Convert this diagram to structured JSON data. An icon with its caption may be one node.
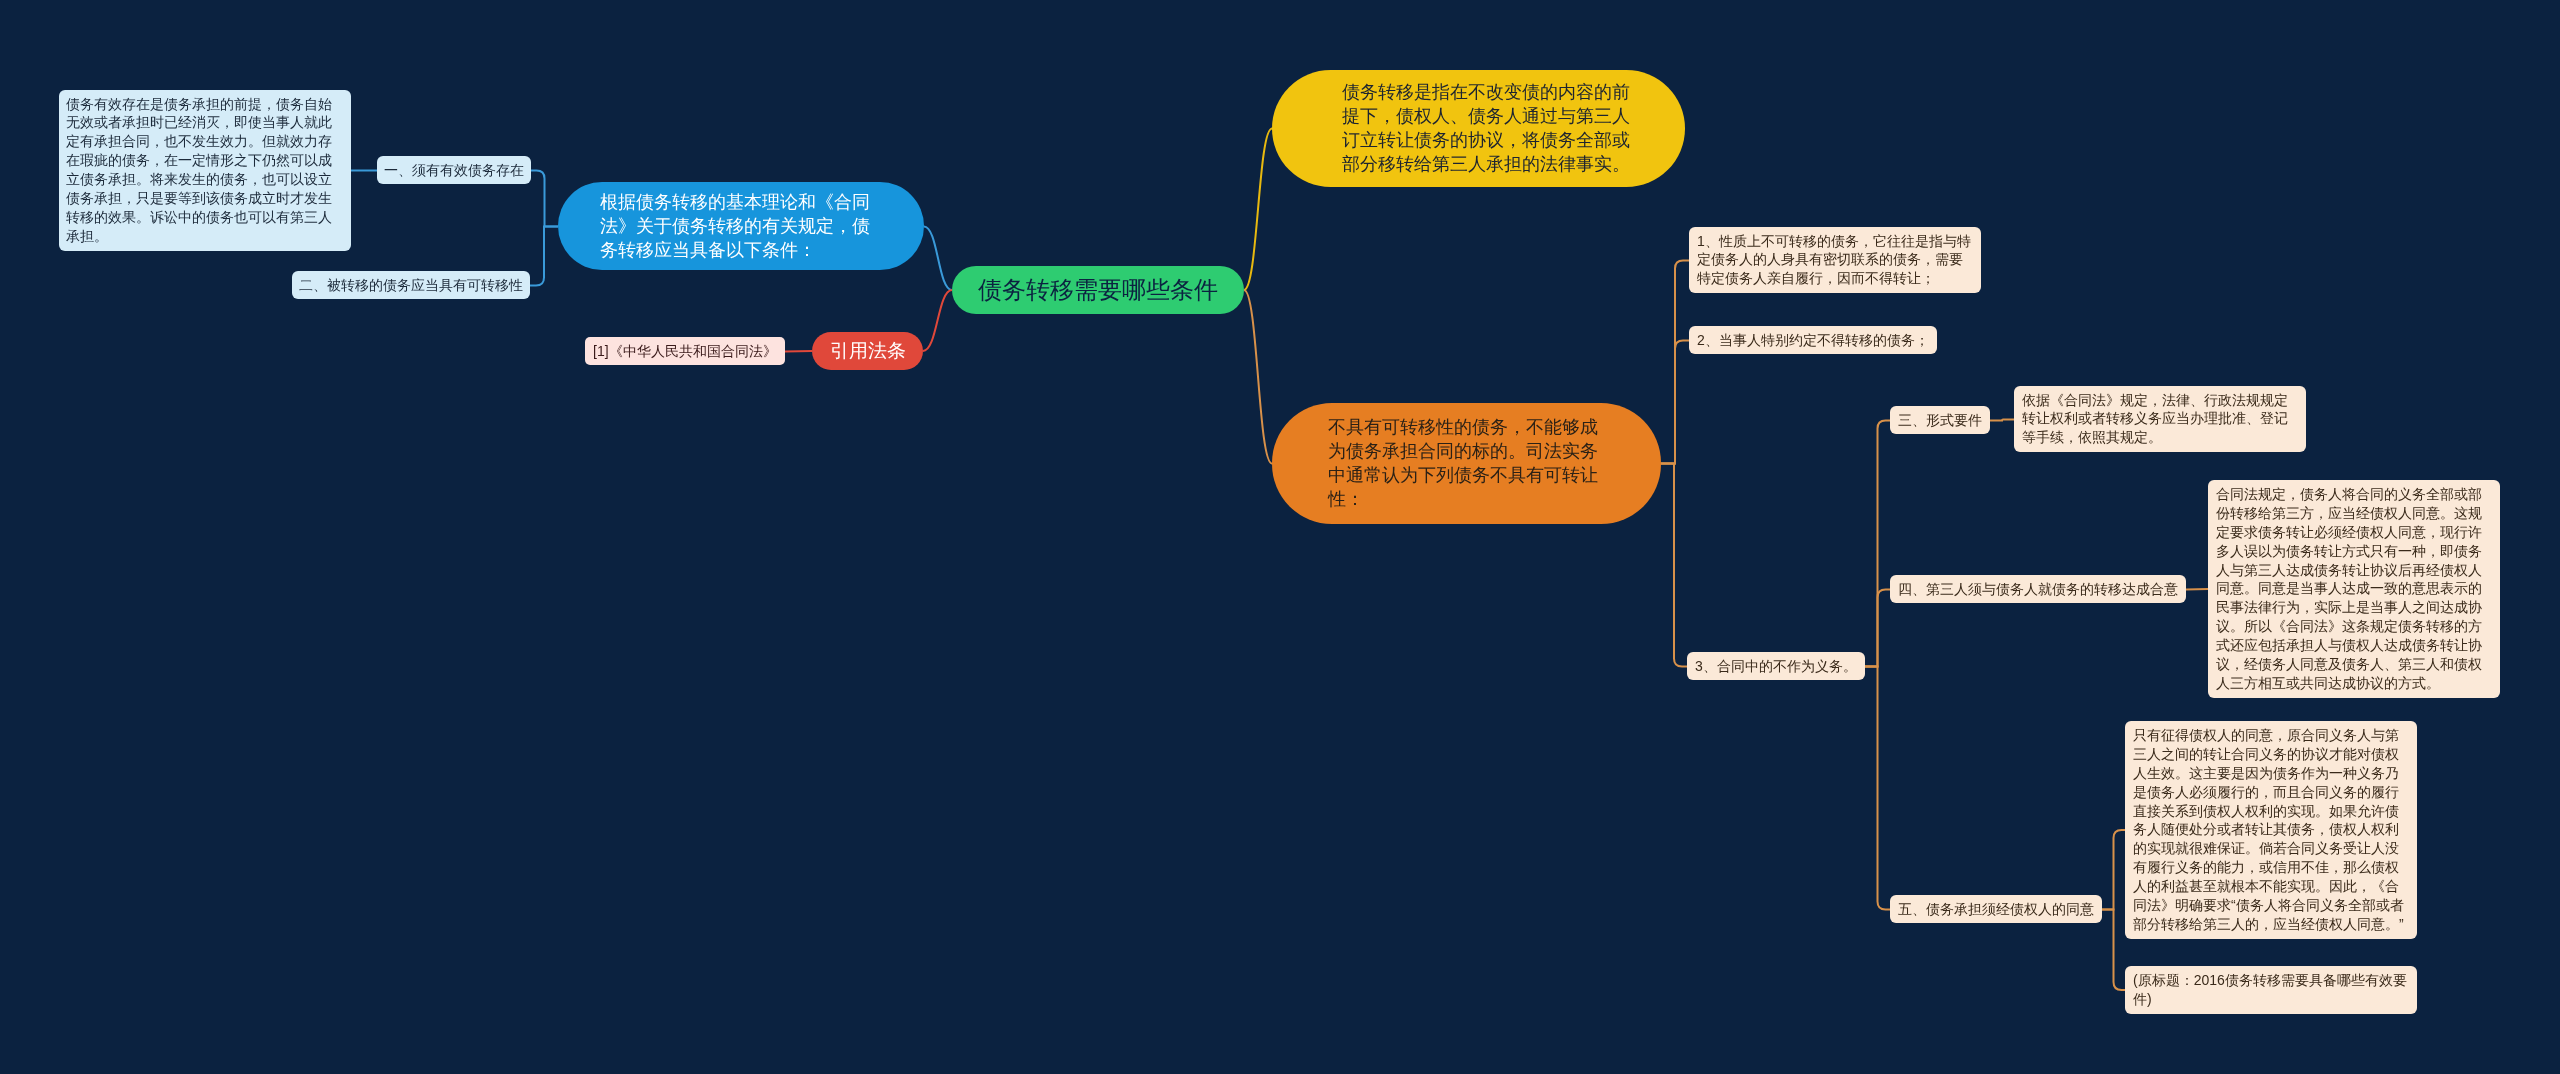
{
  "diagram": {
    "nodes": [
      {
        "text": [
          "债务转移需要哪些条件"
        ]
      },
      {
        "text": [
          "债务转移是指在不改变债的内容的前提下，债权人、债务人通过与第三人订立转让债务的协议，将债务全部或部分移转给第三人承担的法律事实。"
        ]
      },
      {
        "text": [
          "不具有可转移性的债务，不能够成为债务承担合同的标的。司法实务中通常认为下列债务不具有可转让性："
        ]
      },
      {
        "text": [
          "1、性质上不可转移的债务，它往往是指与特定债务人的人身具有密切联系的债务，需要特定债务人亲自履行，因而不得转让；"
        ]
      },
      {
        "text": [
          "2、当事人特别约定不得转移的债务；"
        ]
      },
      {
        "text": [
          "3、合同中的不作为义务。"
        ]
      },
      {
        "text": [
          "三、形式要件"
        ]
      },
      {
        "text": [
          "依据《合同法》规定，法律、行政法规规定转让权利或者转移义务应当办理批准、登记等手续，依照其规定。"
        ]
      },
      {
        "text": [
          "四、第三人须与债务人就债务的转移达成合意"
        ]
      },
      {
        "text": [
          "合同法规定，债务人将合同的义务全部或部份转移给第三方，应当经债权人同意。这规定要求债务转让必须经债权人同意，现行许多人误以为债务转让方式只有一种，即债务人与第三人达成债务转让协议后再经债权人同意。同意是当事人达成一致的意思表示的民事法律行为，实际上是当事人之间达成协议。所以《合同法》这条规定债务转移的方式还应包括承担人与债权人达成债务转让协议，经债务人同意及债务人、第三人和债权人三方相互或共同达成协议的方式。"
        ]
      },
      {
        "text": [
          "五、债务承担须经债权人的同意"
        ]
      },
      {
        "text": [
          "只有征得债权人的同意，原合同义务人与第三人之间的转让合同义务的协议才能对债权人生效。这主要是因为债务作为一种义务乃是债务人必须履行的，而且合同义务的履行直接关系到债权人权利的实现。如果允许债务人随便处分或者转让其债务，债权人权利的实现就很难保证。倘若合同义务受让人没有履行义务的能力，或信用不佳，那么债权人的利益甚至就根本不能实现。因此，《合同法》明确要求“债务人将合同义务全部或者部分转移给第三人的，应当经债权人同意。”"
        ]
      },
      {
        "text": [
          "(原标题：2016债务转移需要具备哪些有效要件)"
        ]
      },
      {
        "text": [
          "根据债务转移的基本理论和《合同法》关于债务转移的有关规定，债务转移应当具备以下条件："
        ]
      },
      {
        "text": [
          "一、须有有效债务存在"
        ]
      },
      {
        "text": [
          "债务有效存在是债务承担的前提，债务自始无效或者承担时已经消灭，即使当事人就此定有承担合同，也不发生效力。但就效力存在瑕疵的债务，在一定情形之下仍然可以成立债务承担。将来发生的债务，也可以设立债务承担，只是要等到该债务成立时才发生转移的效果。诉讼中的债务也可以有第三人承担。"
        ]
      },
      {
        "text": [
          "二、被转移的债务应当具有可转移性"
        ]
      },
      {
        "text": [
          "引用法条"
        ]
      },
      {
        "text": [
          "[1]《中华人民共和国合同法》"
        ]
      }
    ],
    "edges": [
      {
        "from": 0,
        "to": 1,
        "arrow": "none",
        "color": "#e8b90f"
      },
      {
        "from": 0,
        "to": 2,
        "arrow": "none"
      },
      {
        "from": 2,
        "to": 3,
        "arrow": "none"
      },
      {
        "from": 2,
        "to": 4,
        "arrow": "none"
      },
      {
        "from": 2,
        "to": 5,
        "arrow": "none"
      },
      {
        "from": 5,
        "to": 6,
        "arrow": "none"
      },
      {
        "from": 6,
        "to": 7,
        "arrow": "none"
      },
      {
        "from": 5,
        "to": 8,
        "arrow": "none"
      },
      {
        "from": 8,
        "to": 9,
        "arrow": "none"
      },
      {
        "from": 5,
        "to": 10,
        "arrow": "none"
      },
      {
        "from": 10,
        "to": 11,
        "arrow": "none"
      },
      {
        "from": 10,
        "to": 12,
        "arrow": "none"
      },
      {
        "from": 0,
        "to": 13,
        "arrow": "none",
        "color": "#3a9ad9"
      },
      {
        "from": 13,
        "to": 14,
        "arrow": "none",
        "color": "#3a9ad9"
      },
      {
        "from": 14,
        "to": 15,
        "arrow": "none",
        "color": "#3a9ad9"
      },
      {
        "from": 13,
        "to": 16,
        "arrow": "none",
        "color": "#3a9ad9"
      },
      {
        "from": 0,
        "to": 17,
        "arrow": "none",
        "color": "#e0483a"
      },
      {
        "from": 17,
        "to": 18,
        "arrow": "none",
        "color": "#e0483a"
      }
    ]
  }
}
